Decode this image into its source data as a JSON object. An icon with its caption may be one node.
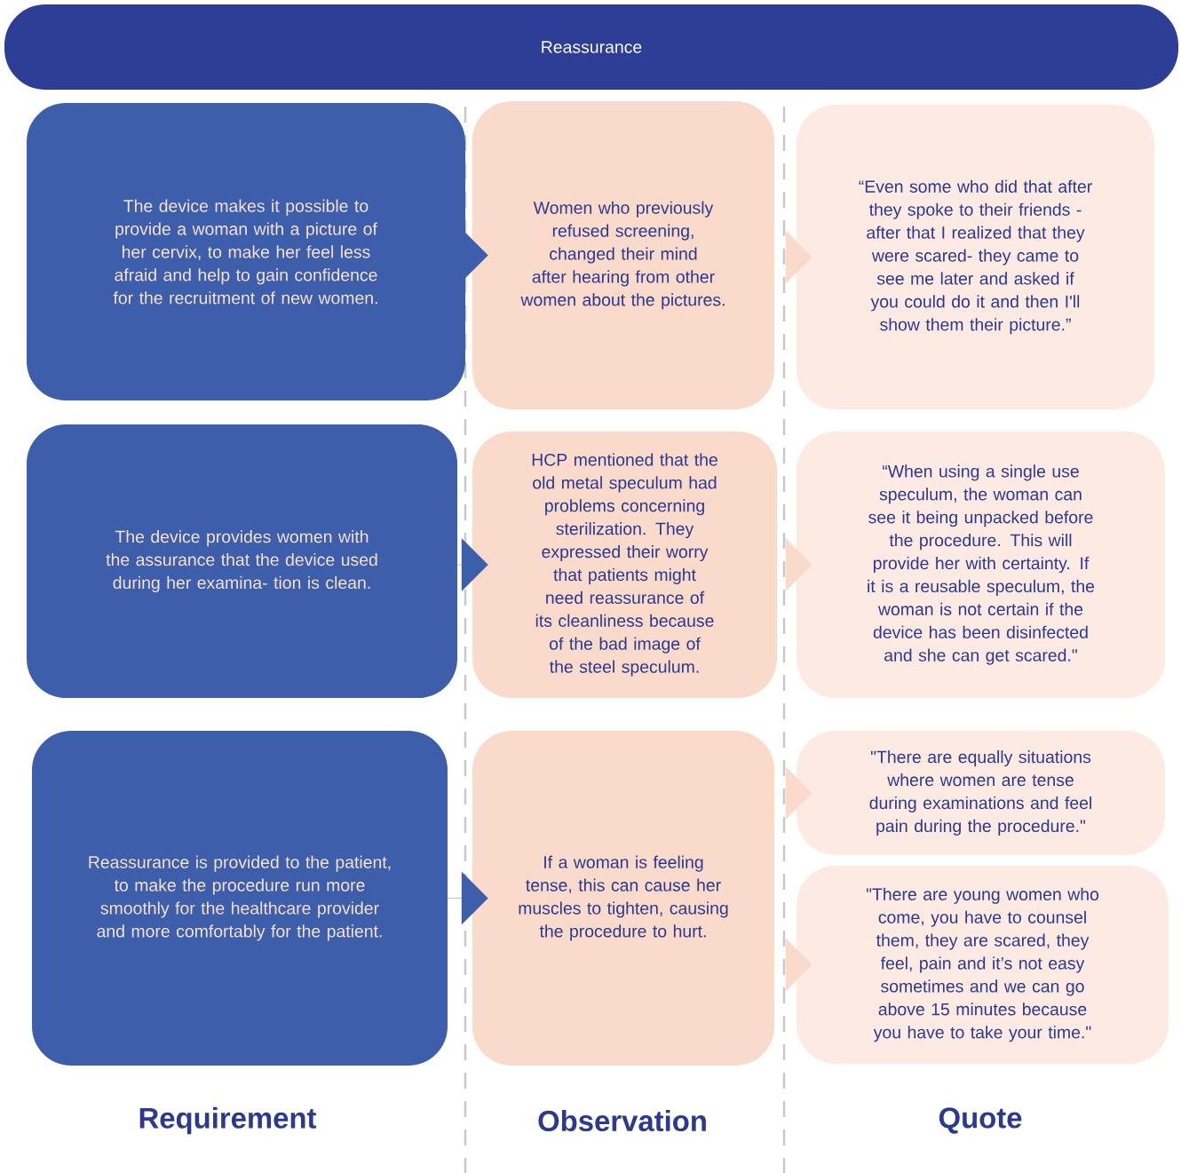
{
  "diagram": {
    "nodes": [
      {
        "text": [
          "Reassurance"
        ]
      },
      {
        "text": [
          "The device makes it possible to provide a woman with a picture of her cervix, to make her feel less afraid and help to gain confidence for the recruitment of new women."
        ]
      },
      {
        "text": [
          "Women who previously refused screening, changed their mind after hearing from other women about the pictures."
        ]
      },
      {
        "text": [
          "“Even some who did that after they spoke to their friends - after that I realized that they were scared- they came to see me later and asked if you could do it and then I'll show them their picture.”"
        ]
      },
      {
        "text": [
          "The device provides women with the assurance that the device used during her examina- tion is clean."
        ]
      },
      {
        "text": [
          "HCP mentioned that the old metal speculum had problems concerning sterilization. They expressed their worry that patients might need reassurance of its cleanliness because of the bad image of the steel speculum."
        ]
      },
      {
        "text": [
          "“When using a single use speculum, the woman can see it being unpacked before the procedure. This will provide her with certainty. If it is a reusable speculum, the woman is not certain if the device has been disinfected and she can get scared.\""
        ]
      },
      {
        "text": [
          "Reassurance is provided to the patient, to make the procedure run more smoothly for the healthcare provider and more comfortably for the patient."
        ]
      },
      {
        "text": [
          "If a woman is feeling tense, this can cause her muscles to tighten, causing the procedure to hurt."
        ]
      },
      {
        "text": [
          "\"There are equally situations where women are tense during examinations and feel pain during the procedure.\""
        ]
      },
      {
        "text": [
          "\"There are young women who come, you have to counsel them, they are scared, they feel, pain and it’s not easy sometimes and we can go above 15 minutes because you have to take your time.\""
        ]
      }
    ],
    "edges": [
      {
        "from": 1,
        "to": 2,
        "arrow": "to",
        "color": "#3d5eab"
      },
      {
        "from": 2,
        "to": 3,
        "arrow": "to"
      },
      {
        "from": 4,
        "to": 5,
        "arrow": "to",
        "color": "#3d5eab"
      },
      {
        "from": 5,
        "to": 6,
        "arrow": "to"
      },
      {
        "from": 7,
        "to": 8,
        "arrow": "to",
        "color": "#3d5eab"
      },
      {
        "from": 8,
        "to": 9,
        "arrow": "to"
      },
      {
        "from": 8,
        "to": 10,
        "arrow": "to"
      }
    ],
    "labels": [
      "Requirement",
      "Observation",
      "Quote"
    ]
  }
}
